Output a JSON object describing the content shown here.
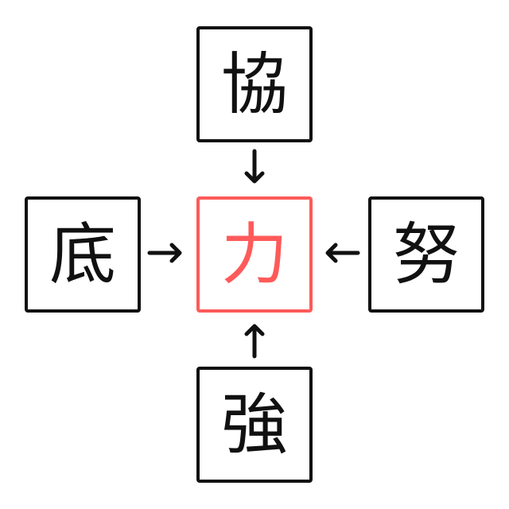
{
  "puzzle": {
    "top": "協",
    "left": "底",
    "center": "力",
    "right": "努",
    "bottom": "強"
  },
  "colors": {
    "border": "#111111",
    "answer": "#ff5a5a"
  }
}
